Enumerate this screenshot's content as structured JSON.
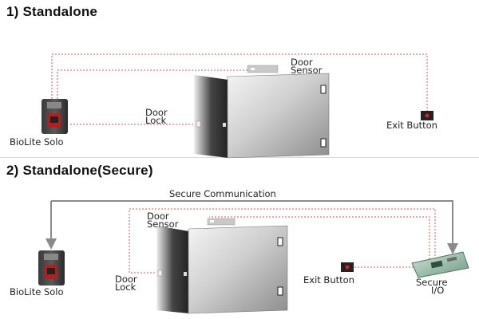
{
  "sections": [
    {
      "title": "1) Standalone",
      "labels": {
        "reader": "BioLite Solo",
        "door_sensor_line1": "Door",
        "door_sensor_line2": "Sensor",
        "door_lock_line1": "Door",
        "door_lock_line2": "Lock",
        "exit_button": "Exit Button"
      }
    },
    {
      "title": "2) Standalone(Secure)",
      "labels": {
        "secure_comm": "Secure Communication",
        "reader": "BioLite Solo",
        "door_sensor_line1": "Door",
        "door_sensor_line2": "Sensor",
        "door_lock_line1": "Door",
        "door_lock_line2": "Lock",
        "exit_button": "Exit Button",
        "secure_io_line1": "Secure",
        "secure_io_line2": "I/O"
      }
    }
  ],
  "colors": {
    "wire": "#d9534f",
    "comm_line": "#8a8a8a",
    "exit_led": "#e02020"
  }
}
